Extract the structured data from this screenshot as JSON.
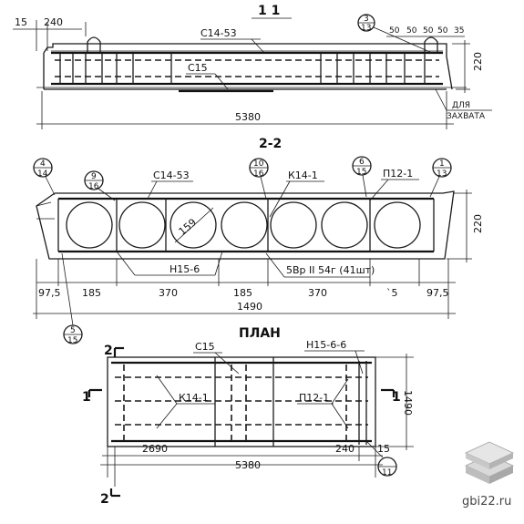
{
  "section_1_1": {
    "title": "1 1",
    "dims": {
      "d15": "15",
      "d240": "240",
      "d50a": "50",
      "d50b": "50",
      "d50c": "50",
      "d50d": "50",
      "d35": "35",
      "height": "220",
      "length": "5380"
    },
    "labels": {
      "c14_53": "С14-53",
      "c15": "С15",
      "grip_line1": "ДЛЯ",
      "grip_line2": "ЗАХВАТА"
    },
    "callout": {
      "top": "3",
      "bottom": "13"
    }
  },
  "section_2_2": {
    "title": "2-2",
    "labels": {
      "c14_53": "С14-53",
      "k14_1": "К14-1",
      "p12_1": "П12-1",
      "h15_6": "Н15-6",
      "hole": "159",
      "rebar": "5Вр II 54г (41шт)"
    },
    "callouts": [
      {
        "top": "4",
        "bottom": "14"
      },
      {
        "top": "9",
        "bottom": "16"
      },
      {
        "top": "10",
        "bottom": "16"
      },
      {
        "top": "6",
        "bottom": "15"
      },
      {
        "top": "1",
        "bottom": "13"
      },
      {
        "top": "5",
        "bottom": "15"
      }
    ],
    "dims": {
      "d97_5a": "97,5",
      "d185a": "185",
      "d370a": "370",
      "d185b": "185",
      "d370b": "370",
      "d185c": "`5",
      "d97_5b": "97,5",
      "total": "1490",
      "height": "220"
    }
  },
  "plan": {
    "title": "ПЛАН",
    "labels": {
      "c15": "С15",
      "h15_6_6": "Н15-6-6",
      "k14_1": "К14-1",
      "p12_1": "П12-1"
    },
    "marks": {
      "left_2": "2",
      "left_1": "1",
      "right_1": "1",
      "bottom_2": "2"
    },
    "dims": {
      "d2690": "2690",
      "d240": "240",
      "d15": "15",
      "d5380": "5380",
      "d1490": "1490"
    },
    "callout": {
      "top": "",
      "bottom": "11"
    }
  },
  "watermark": {
    "site": "gbi22.ru"
  }
}
